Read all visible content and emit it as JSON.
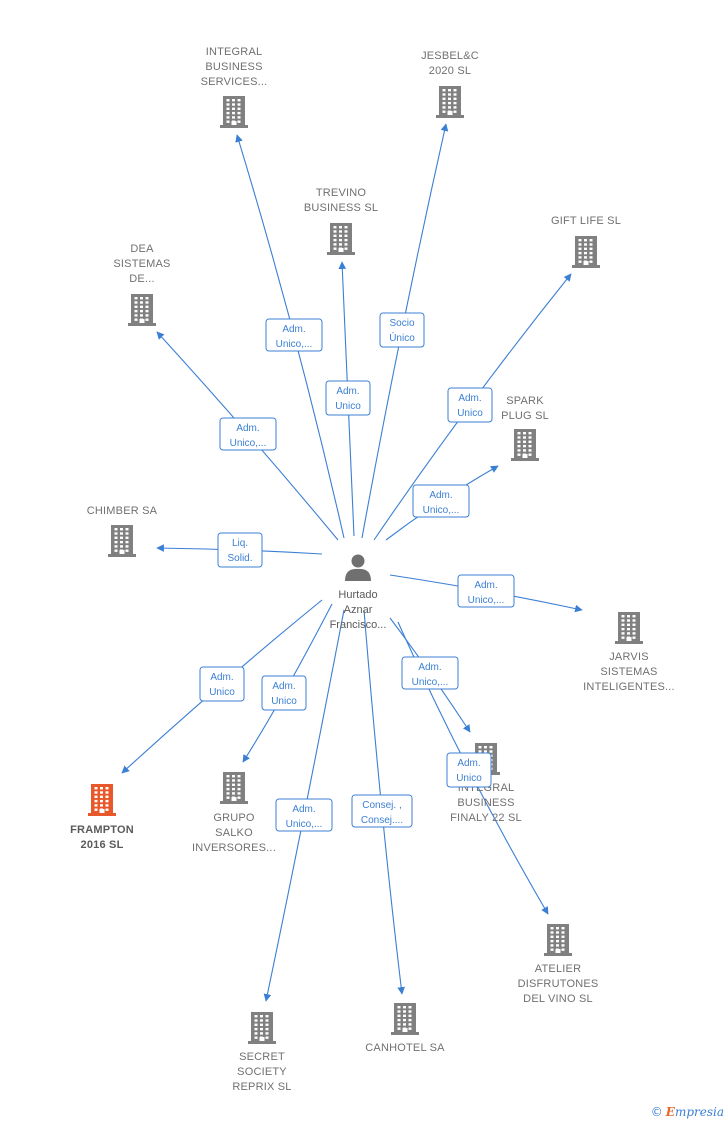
{
  "colors": {
    "edge": "#3b7fd4",
    "building": "#808080",
    "highlight": "#e8582a",
    "person": "#707070"
  },
  "center": {
    "name_lines": [
      "Hurtado",
      "Aznar",
      "Francisco..."
    ],
    "icon": "person-icon"
  },
  "nodes": [
    {
      "id": "integral-business-services",
      "lines": [
        "INTEGRAL",
        "BUSINESS",
        "SERVICES..."
      ],
      "highlight": false
    },
    {
      "id": "jesbel-c-2020",
      "lines": [
        "JESBEL&C",
        "2020  SL"
      ],
      "highlight": false
    },
    {
      "id": "trevino-business",
      "lines": [
        "TREVINO",
        "BUSINESS  SL"
      ],
      "highlight": false
    },
    {
      "id": "gift-life",
      "lines": [
        "GIFT LIFE SL"
      ],
      "highlight": false
    },
    {
      "id": "dea-sistemas",
      "lines": [
        "DEA",
        "SISTEMAS",
        "DE..."
      ],
      "highlight": false
    },
    {
      "id": "spark-plug",
      "lines": [
        "SPARK",
        "PLUG  SL"
      ],
      "highlight": false
    },
    {
      "id": "chimber",
      "lines": [
        "CHIMBER SA"
      ],
      "highlight": false
    },
    {
      "id": "jarvis-sistemas",
      "lines": [
        "JARVIS",
        "SISTEMAS",
        "INTELIGENTES..."
      ],
      "highlight": false
    },
    {
      "id": "integral-business-finaly",
      "lines": [
        "INTEGRAL",
        "BUSINESS",
        "FINALY 22  SL"
      ],
      "highlight": false
    },
    {
      "id": "frampton-2016",
      "lines": [
        "FRAMPTON",
        "2016  SL"
      ],
      "highlight": true
    },
    {
      "id": "grupo-salko",
      "lines": [
        "GRUPO",
        "SALKO",
        "INVERSORES..."
      ],
      "highlight": false
    },
    {
      "id": "atelier-disfrutones",
      "lines": [
        "ATELIER",
        "DISFRUTONES",
        "DEL VINO  SL"
      ],
      "highlight": false
    },
    {
      "id": "secret-society",
      "lines": [
        "SECRET",
        "SOCIETY",
        "REPRIX  SL"
      ],
      "highlight": false
    },
    {
      "id": "canhotel",
      "lines": [
        "CANHOTEL SA"
      ],
      "highlight": false
    }
  ],
  "relations": [
    {
      "target": "integral-business-services",
      "lines": [
        "Adm.",
        "Unico,..."
      ]
    },
    {
      "target": "jesbel-c-2020",
      "lines": [
        "Socio",
        "Único"
      ]
    },
    {
      "target": "trevino-business",
      "lines": [
        "Adm.",
        "Unico"
      ]
    },
    {
      "target": "gift-life",
      "lines": [
        "Adm.",
        "Unico"
      ]
    },
    {
      "target": "dea-sistemas",
      "lines": [
        "Adm.",
        "Unico,..."
      ]
    },
    {
      "target": "spark-plug",
      "lines": [
        "Adm.",
        "Unico,..."
      ]
    },
    {
      "target": "chimber",
      "lines": [
        "Liq.",
        "Solid."
      ]
    },
    {
      "target": "jarvis-sistemas",
      "lines": [
        "Adm.",
        "Unico,..."
      ]
    },
    {
      "target": "integral-business-finaly",
      "lines": [
        "Adm.",
        "Unico,..."
      ]
    },
    {
      "target": "frampton-2016",
      "lines": [
        "Adm.",
        "Unico"
      ]
    },
    {
      "target": "grupo-salko",
      "lines": [
        "Adm.",
        "Unico"
      ]
    },
    {
      "target": "atelier-disfrutones",
      "lines": [
        "Adm.",
        "Unico"
      ]
    },
    {
      "target": "secret-society",
      "lines": [
        "Adm.",
        "Unico,..."
      ]
    },
    {
      "target": "canhotel",
      "lines": [
        "Consej. ,",
        "Consej...."
      ]
    }
  ],
  "brand": {
    "copyright": "©",
    "first": "E",
    "rest": "mpresia"
  }
}
